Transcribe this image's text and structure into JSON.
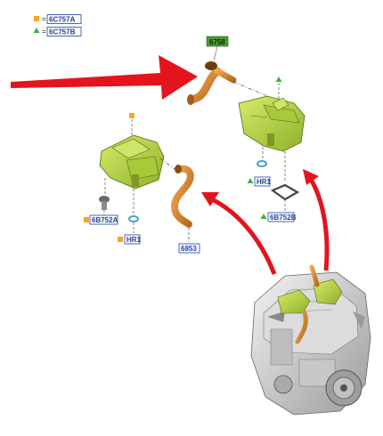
{
  "legend": [
    {
      "symbol": "square",
      "color": "#f5a623",
      "code": "6C757A"
    },
    {
      "symbol": "triangle",
      "color": "#3cb043",
      "code": "6C757B"
    }
  ],
  "labels": {
    "top_hose": "6758",
    "left_hose": "6853",
    "left_bolt": "6B752A",
    "left_clip": "HR1",
    "right_clip": "HR1",
    "right_gasket": "6B752B"
  },
  "colors": {
    "part_green": "#b5d63a",
    "part_orange": "#d98a2b",
    "arrow_red": "#e3141e",
    "label_blue": "#1d3fa0",
    "label_green_bg": "#4a9b3a"
  }
}
